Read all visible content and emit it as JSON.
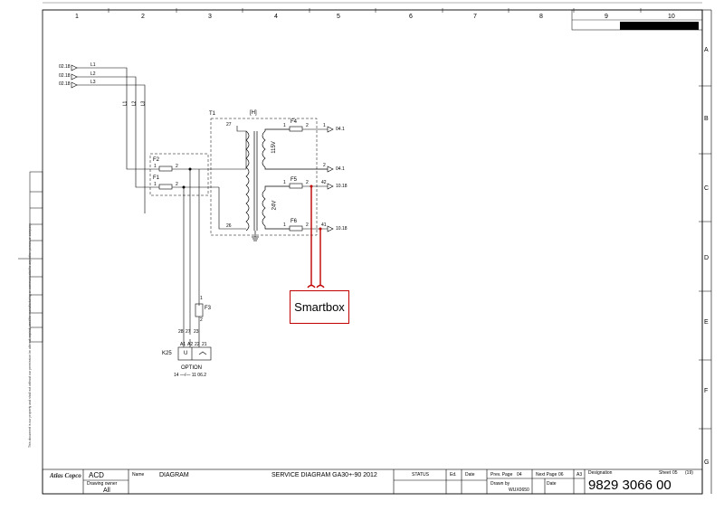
{
  "border": {
    "columns": [
      "1",
      "2",
      "3",
      "4",
      "5",
      "6",
      "7",
      "8",
      "9",
      "10"
    ],
    "rows": [
      "A",
      "B",
      "C",
      "D",
      "E",
      "F",
      "G"
    ]
  },
  "diagram": {
    "inputs": [
      {
        "ref": "02.18",
        "line": "L1"
      },
      {
        "ref": "02.18",
        "line": "L2"
      },
      {
        "ref": "02.18",
        "line": "L3"
      }
    ],
    "vertical_labels": [
      "L1",
      "L2",
      "L3"
    ],
    "transformer": {
      "tag": "T1",
      "mark": "[H]",
      "primary_top": "27",
      "primary_bottom": "26",
      "sec1_voltage": "115V",
      "sec2_voltage": "24V"
    },
    "fuses": [
      {
        "tag": "F2",
        "pin1": "1",
        "pin2": "2"
      },
      {
        "tag": "F1",
        "pin1": "1",
        "pin2": "2"
      },
      {
        "tag": "F3",
        "pin1": "1",
        "pin2": "2"
      },
      {
        "tag": "F4",
        "pin1": "1",
        "pin2": "2"
      },
      {
        "tag": "F5",
        "pin1": "1",
        "pin2": "2"
      },
      {
        "tag": "F6",
        "pin1": "1",
        "pin2": "2"
      }
    ],
    "outputs": [
      {
        "pin": "1",
        "ref": "04.1"
      },
      {
        "pin": "2",
        "ref": "04.1"
      },
      {
        "pin": "42",
        "ref": "10.18"
      },
      {
        "pin": "41",
        "ref": "10.18"
      }
    ],
    "relay": {
      "tag": "K25",
      "coil": "U",
      "pins": [
        "28",
        "27",
        "23"
      ],
      "pins_bottom": [
        "A1",
        "A2",
        "22",
        "21"
      ],
      "option": "OPTION",
      "contact": "14 —/— 11  06.2"
    },
    "smartbox_label": "Smartbox"
  },
  "title_block": {
    "logo_text": "Atlas Copco",
    "acd": "ACD",
    "owner_label": "Drawing owner",
    "owner_value": "All",
    "name_label": "Name",
    "name_value": "DIAGRAM",
    "title": "SERVICE DIAGRAM GA30+-90 2012",
    "status_label": "STATUS",
    "ed_label": "Ed.",
    "date_label": "Date",
    "prev_page_label": "Prev. Page",
    "prev_page_value": "04",
    "next_page_label": "Next Page",
    "next_page_value": "06",
    "format": "A3",
    "drawn_by_label": "Drawn by",
    "drawn_by_value": "WUX0650",
    "date2_label": "Date",
    "designation_label": "Designation",
    "sheet_label": "Sheet",
    "sheet_value": "05",
    "sheet_total": "(19)",
    "designation_value": "9829 3066 00",
    "side_note": "This document is our property and shall not without our permission be altered, copied, used for manufacturing or communicated to any other person or company."
  }
}
